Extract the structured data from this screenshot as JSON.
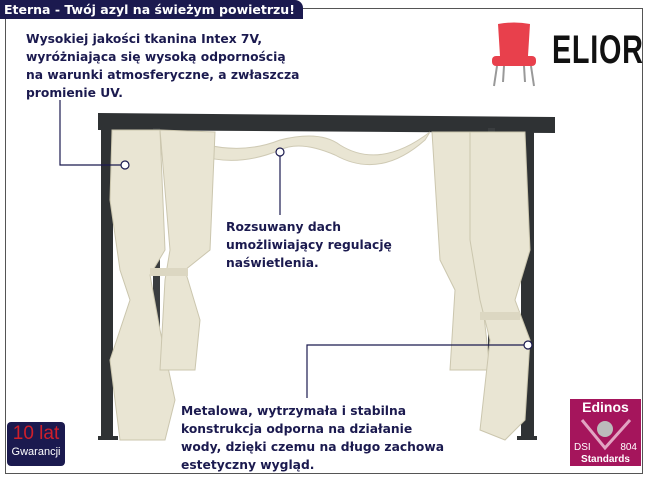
{
  "header": {
    "title": "Eterna - Twój azyl na świeżym powietrzu!"
  },
  "brand": {
    "name": "ELIOR",
    "logo_icon": "red-chair-icon"
  },
  "callouts": {
    "fabric": [
      "Wysokiej jakości tkanina Intex 7V,",
      "wyróżniająca się wysoką odpornością",
      "na warunki atmosferyczne, a zwłaszcza",
      "promienie UV."
    ],
    "roof": [
      "Rozsuwany dach",
      "umożliwiający regulację",
      "naświetlenia."
    ],
    "frame": [
      "Metalowa, wytrzymała i stabilna",
      "konstrukcja odporna na działanie",
      "wody, dzięki czemu na długo zachowa",
      "estetyczny wygląd."
    ]
  },
  "warranty": {
    "years": "10 lat",
    "label": "Gwarancji"
  },
  "certificate": {
    "title": "Edinos",
    "left": "DSI",
    "right": "804",
    "bottom": "Standards"
  },
  "colors": {
    "navy": "#1b1a4f",
    "frame": "#2f3234",
    "curtain": "#e9e5d3",
    "badge": "#a5155c"
  }
}
